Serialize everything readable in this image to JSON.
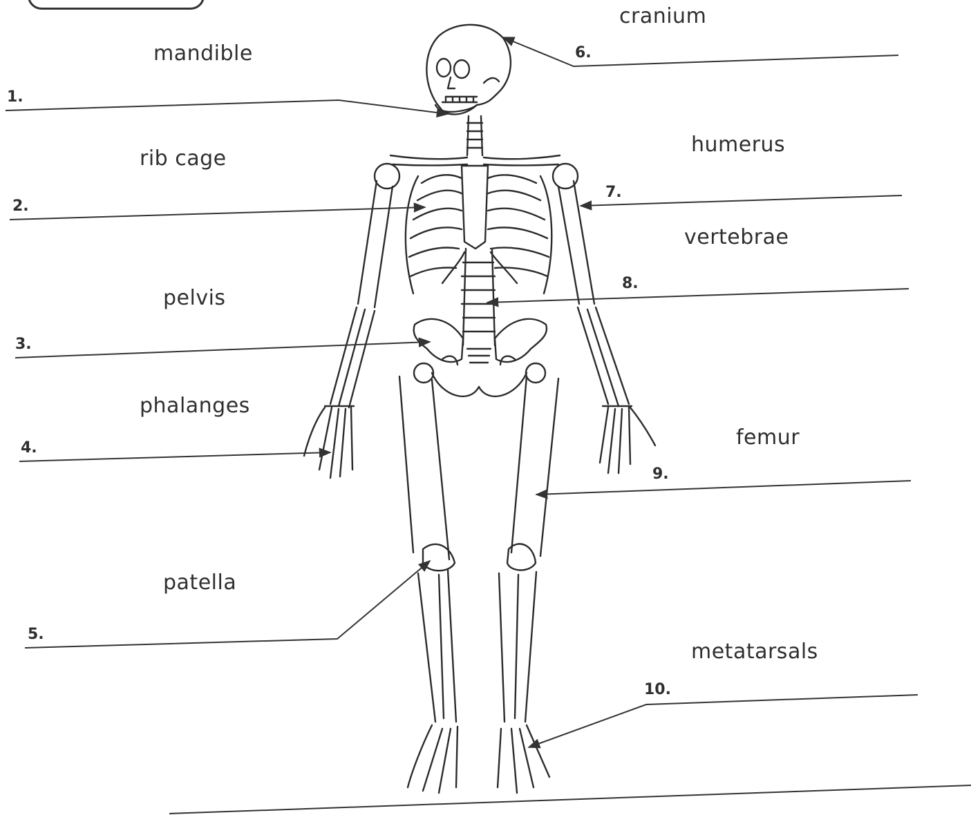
{
  "labels": [
    {
      "num": "1.",
      "term": "mandible"
    },
    {
      "num": "2.",
      "term": "rib cage"
    },
    {
      "num": "3.",
      "term": "pelvis"
    },
    {
      "num": "4.",
      "term": "phalanges"
    },
    {
      "num": "5.",
      "term": "patella"
    },
    {
      "num": "6.",
      "term": "cranium"
    },
    {
      "num": "7.",
      "term": "humerus"
    },
    {
      "num": "8.",
      "term": "vertebrae"
    },
    {
      "num": "9.",
      "term": "femur"
    },
    {
      "num": "10.",
      "term": "metatarsals"
    }
  ],
  "colors": {
    "ink": "#2f2f2f",
    "paper": "#ffffff"
  }
}
